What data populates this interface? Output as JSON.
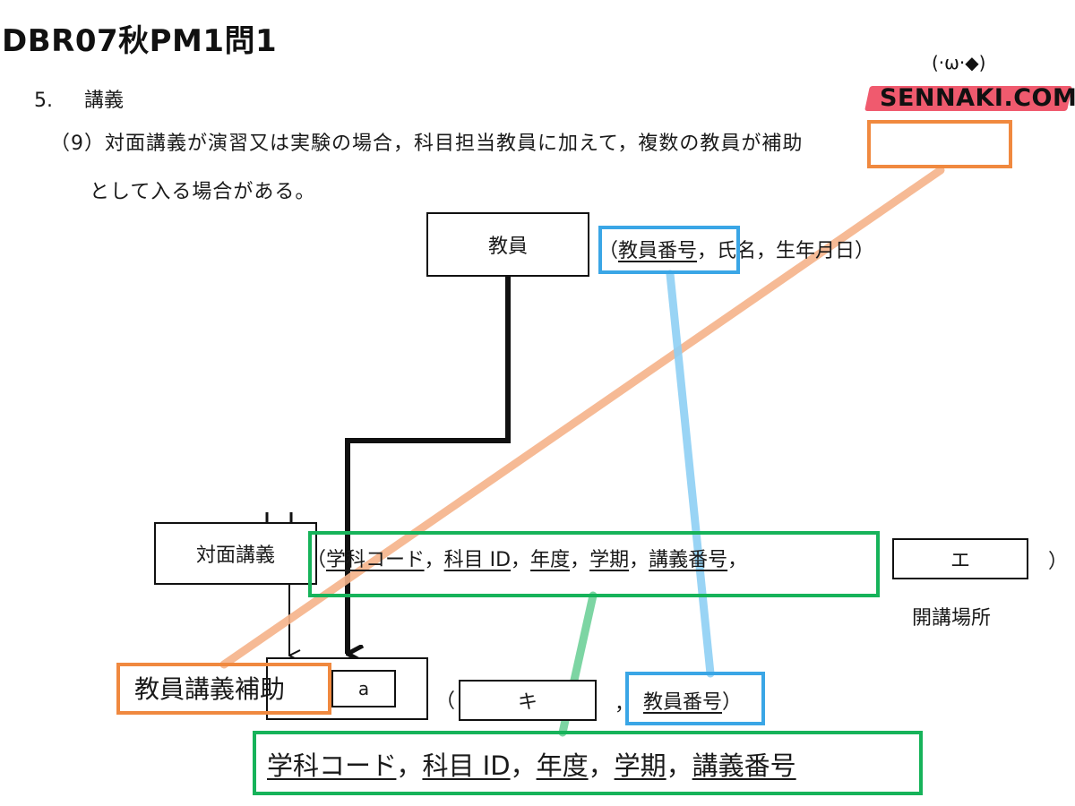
{
  "header": {
    "title": "DBR07秋PM1問1"
  },
  "logo": {
    "face": "(·ω·◆)",
    "brand": "SENNAKI.COM",
    "brand_color": "#f05a6e"
  },
  "text": {
    "section_number": "5.",
    "section_title": "講義",
    "para_prefix": "（9）",
    "para_line1_a": "対面講義が演習又は実験の場合，科目担当教員に加えて，複数の",
    "para_line1_highlight": "教員が補助",
    "para_line2": "として入る場合がある。"
  },
  "diagram": {
    "teacher": {
      "entity": "教員",
      "open_paren": "（",
      "key_attr": "教員番号",
      "comma": "，",
      "attrs_rest": "氏名，生年月日）"
    },
    "lecture": {
      "entity": "対面講義",
      "open_paren": "（",
      "keys": [
        "学科コード",
        "科目 ID",
        "年度",
        "学期",
        "講義番号"
      ],
      "separator": "，",
      "slot_e": "エ",
      "close_paren": "）",
      "place_label": "開講場所"
    },
    "assist": {
      "entity_label": "教員講義補助",
      "entity_slot": "a",
      "open_paren": "（",
      "slot_ki": "キ",
      "comma": "，",
      "key_attr": "教員番号",
      "close_paren": "）"
    },
    "expanded_keys": [
      "学科コード",
      "科目 ID",
      "年度",
      "学期",
      "講義番号"
    ],
    "expanded_separator": "，"
  },
  "colors": {
    "orange": "#f0893f",
    "blue": "#3aa6e6",
    "green": "#16b35a",
    "line": "#111111"
  }
}
